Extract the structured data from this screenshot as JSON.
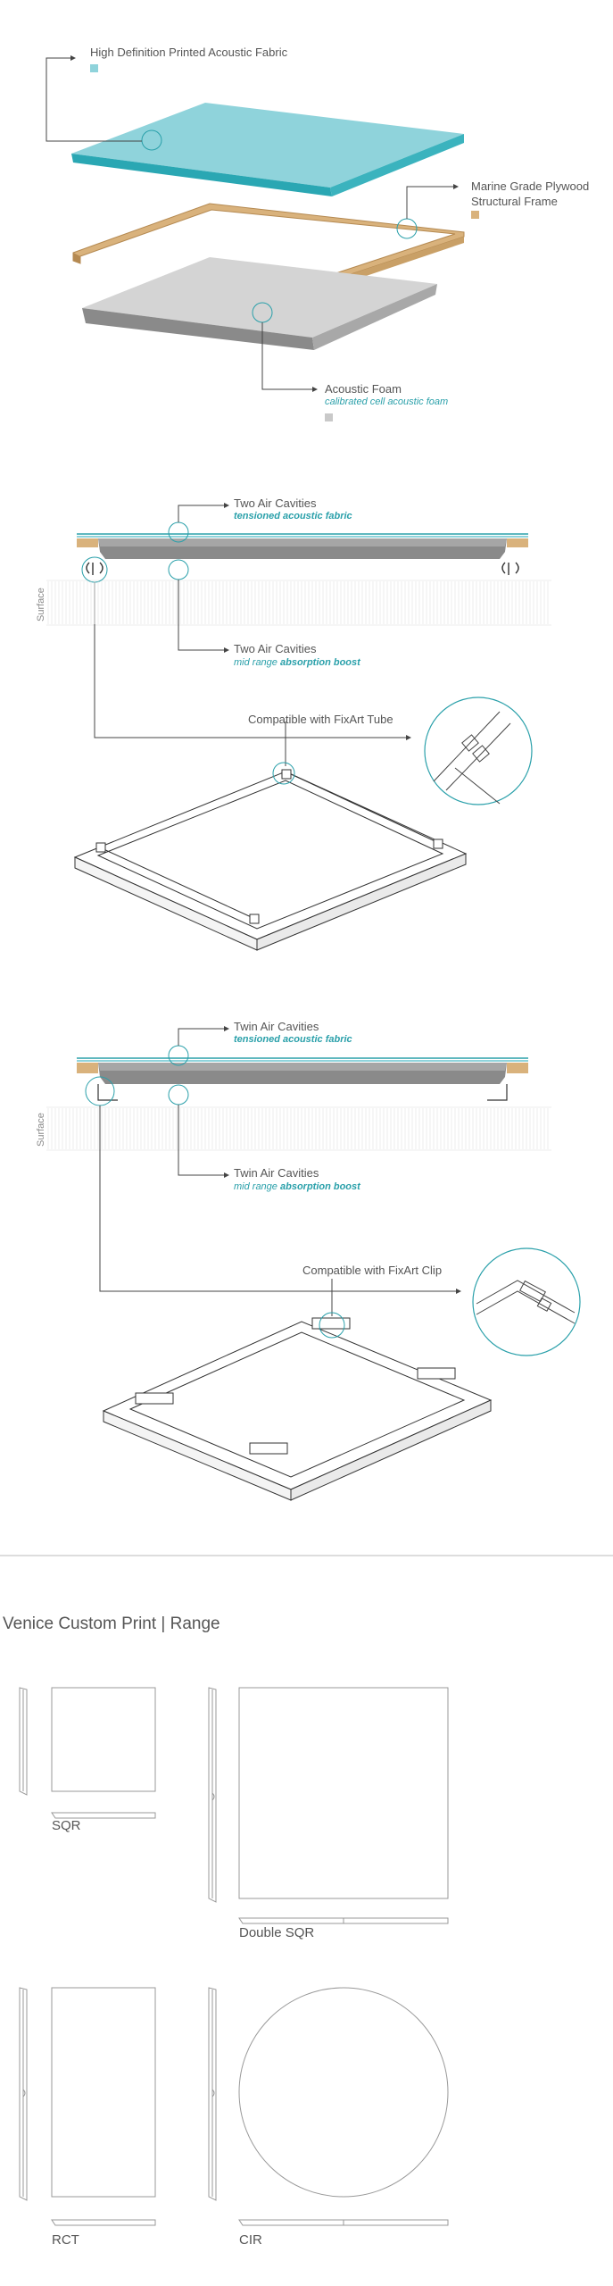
{
  "exploded": {
    "fabric": {
      "label": "High Definition Printed Acoustic Fabric"
    },
    "frame": {
      "label_line1": "Marine Grade Plywood",
      "label_line2": "Structural Frame"
    },
    "foam": {
      "label": "Acoustic Foam",
      "sub": "calibrated cell acoustic foam"
    }
  },
  "section_tube": {
    "top_label": "Two Air Cavities",
    "top_sub": "tensioned acoustic fabric",
    "surface": "Surface",
    "bottom_label": "Two Air Cavities",
    "bottom_sub_a": "mid range",
    "bottom_sub_b": "absorption boost",
    "compat": "Compatible with FixArt Tube"
  },
  "section_clip": {
    "top_label": "Twin Air Cavities",
    "top_sub": "tensioned acoustic fabric",
    "surface": "Surface",
    "bottom_label": "Twin Air Cavities",
    "bottom_sub_a": "mid range",
    "bottom_sub_b": "absorption boost",
    "compat": "Compatible with FixArt Clip"
  },
  "range": {
    "title": "Venice Custom Print | Range",
    "items": [
      {
        "label": "SQR"
      },
      {
        "label": "Double SQR"
      },
      {
        "label": "RCT"
      },
      {
        "label": "CIR"
      }
    ]
  },
  "colors": {
    "teal": "#2aa0aa",
    "fabric": "#8fd3db",
    "wood": "#d9b27c",
    "foam": "#c9c9c9",
    "line": "#444444"
  }
}
